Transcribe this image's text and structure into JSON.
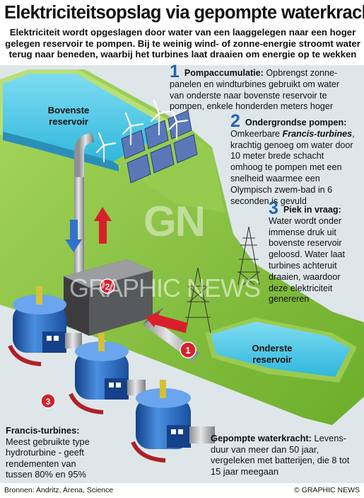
{
  "title": "Elektriciteitsopslag via gepompte waterkracht",
  "subtitle": "Elektriciteit wordt opgeslagen door water van een laaggelegen naar een hoger gelegen reservoir te pompen. Bij te weinig wind- of zonne-energie stroomt water terug naar beneden, waarbij het turbines laat draaien om energie op te wekken",
  "steps": [
    {
      "number": "1",
      "heading": "Pompaccumulatie:",
      "body": "Opbrengst zonne-panelen en windturbines gebruikt om water van onderste naar bovenste reservoir te pompen, enkele honderden meters hoger"
    },
    {
      "number": "2",
      "heading": "Ondergrondse pompen:",
      "body_pre": "Omkeerbare ",
      "body_em": "Francis-turbines",
      "body_post": ", krachtig genoeg om water door 10 meter brede schacht omhoog te pompen met een snelheid waarmee een Olympisch zwem-bad in 6 seconden is gevuld"
    },
    {
      "number": "3",
      "heading": "Piek in vraag:",
      "body": "Water wordt onder immense druk uit bovenste reservoir geloosd. Water laat turbines achteruit draaien, waardoor deze elektriciteit genereren"
    }
  ],
  "reservoirs": {
    "upper": "Bovenste reservoir",
    "lower": "Onderste reservoir"
  },
  "francis": {
    "heading": "Francis-turbines:",
    "body": "Meest gebruikte type hydroturbine - geeft rendementen van tussen 80% en 95%"
  },
  "gepompt": {
    "heading": "Gepompte waterkracht:",
    "body": "Levens-duur van meer dan 50 jaar, vergeleken met batterijen, die 8 tot 15 jaar meegaan"
  },
  "markers": [
    "1",
    "2",
    "3"
  ],
  "watermark": {
    "logo": "GN",
    "text": "GRAPHIC NEWS"
  },
  "footer": {
    "sources": "Bronnen: Andritz, Arena, Science",
    "credit": "© GRAPHIC NEWS"
  },
  "colors": {
    "accent_blue": "#1f64b8",
    "marker_red": "#d8202c",
    "water": "#4cc6e4",
    "land_green": "#8cc73e",
    "pipe_grey": "#b0b2b5",
    "turbine_blue": "#2f6fc0"
  },
  "icons": [
    "wind-turbine-icon",
    "solar-panel-icon",
    "pylon-icon",
    "arrow-up-icon",
    "arrow-down-icon",
    "rotation-arrow-icon"
  ]
}
